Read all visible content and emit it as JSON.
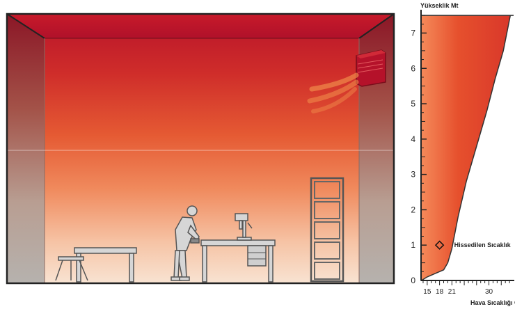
{
  "chart_data": {
    "type": "area",
    "title": "",
    "ylabel": "Yükseklik Mt",
    "xlabel": "Hava Sıcaklığı C",
    "x_ticks": [
      "15",
      "18",
      "21",
      "30"
    ],
    "y_ticks": [
      "0",
      "1",
      "2",
      "3",
      "4",
      "5",
      "6",
      "7"
    ],
    "xlim": [
      13.5,
      36
    ],
    "ylim": [
      0,
      7.6
    ],
    "grid": false,
    "series": [
      {
        "x": [
          13.6,
          15,
          17,
          19,
          20,
          21,
          22.5,
          24.5,
          27,
          29.5,
          31.5,
          33.5,
          35.2
        ],
        "y": [
          0,
          0.1,
          0.2,
          0.3,
          0.5,
          0.9,
          1.8,
          2.8,
          3.8,
          4.8,
          5.7,
          6.5,
          7.5
        ]
      }
    ],
    "annotations": [
      {
        "label": "Hissedilen Sıcaklık",
        "x": 18,
        "y": 1
      }
    ]
  },
  "colors": {
    "hot": "#c01b2a",
    "warm": "#e8613a",
    "cool": "#f6d9c4",
    "curve_fill": "#e54425"
  }
}
